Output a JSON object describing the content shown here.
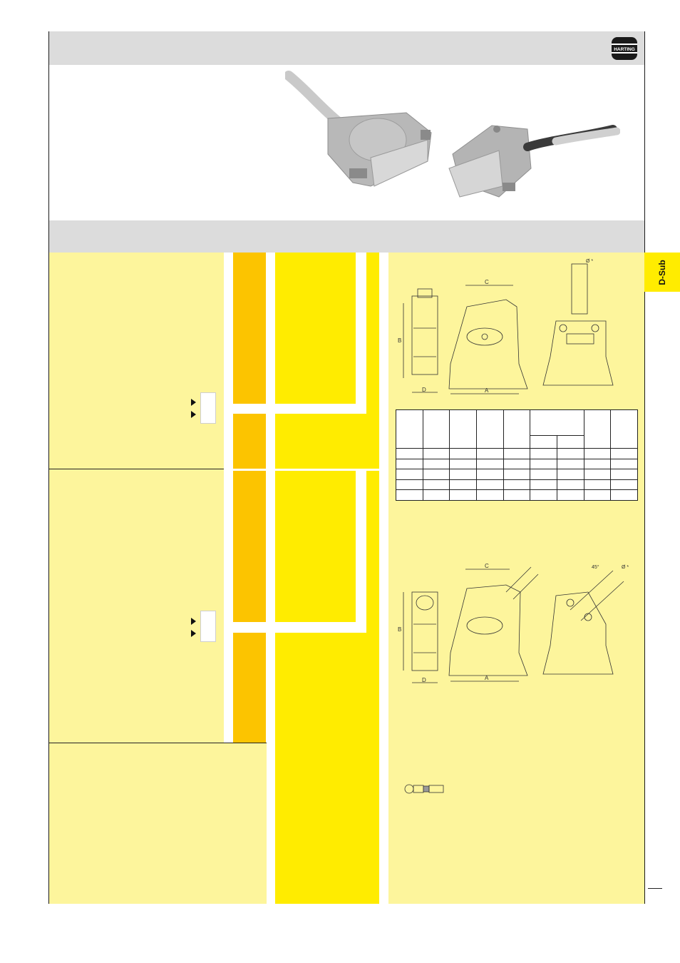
{
  "brand": {
    "logo_text": "HARTING"
  },
  "side_tab": {
    "label": "D-Sub"
  },
  "drawings": {
    "dim_letters": [
      "A",
      "B",
      "C",
      "D"
    ],
    "cable_dia_label": "Ø *",
    "angle_label": "45°"
  },
  "colors": {
    "header_grey": "#dcdcdc",
    "pale_yellow": "#fdf59c",
    "orange": "#fcc400",
    "yellow": "#ffec00"
  }
}
